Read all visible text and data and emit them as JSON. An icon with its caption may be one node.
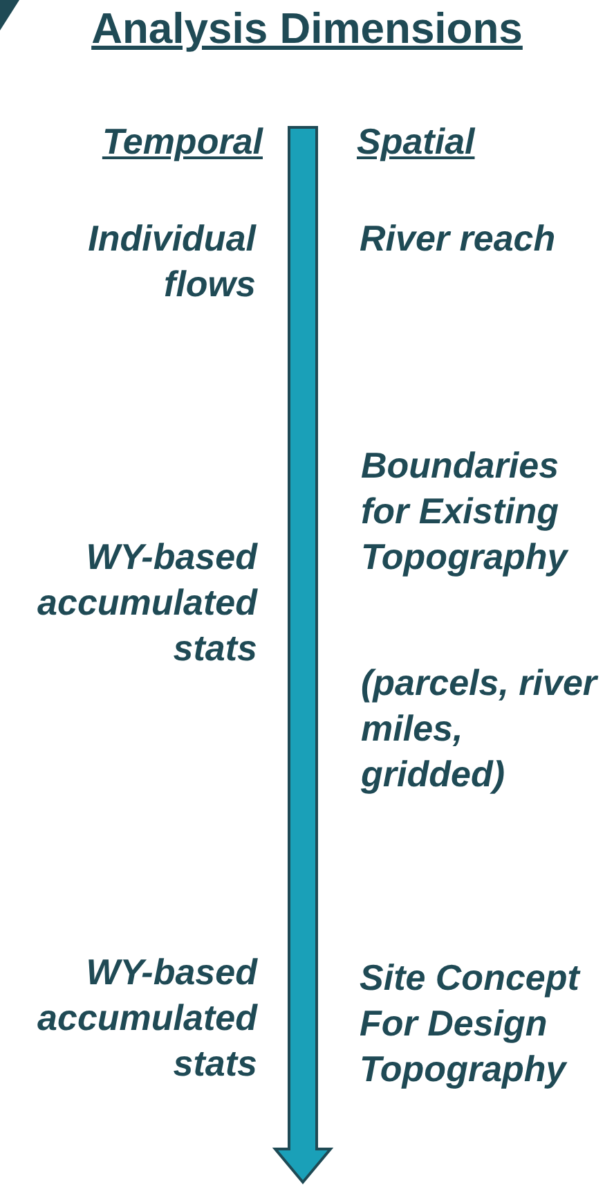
{
  "diagram": {
    "title": "Analysis Dimensions",
    "labels": [
      "Temporal",
      "Spatial",
      "Individual flows",
      "River reach",
      "Boundaries for Existing Topography",
      "WY-based accumulated stats",
      "(parcels, river miles, gridded)",
      "WY-based accumulated stats",
      "Site Concept For Design Topography"
    ]
  }
}
